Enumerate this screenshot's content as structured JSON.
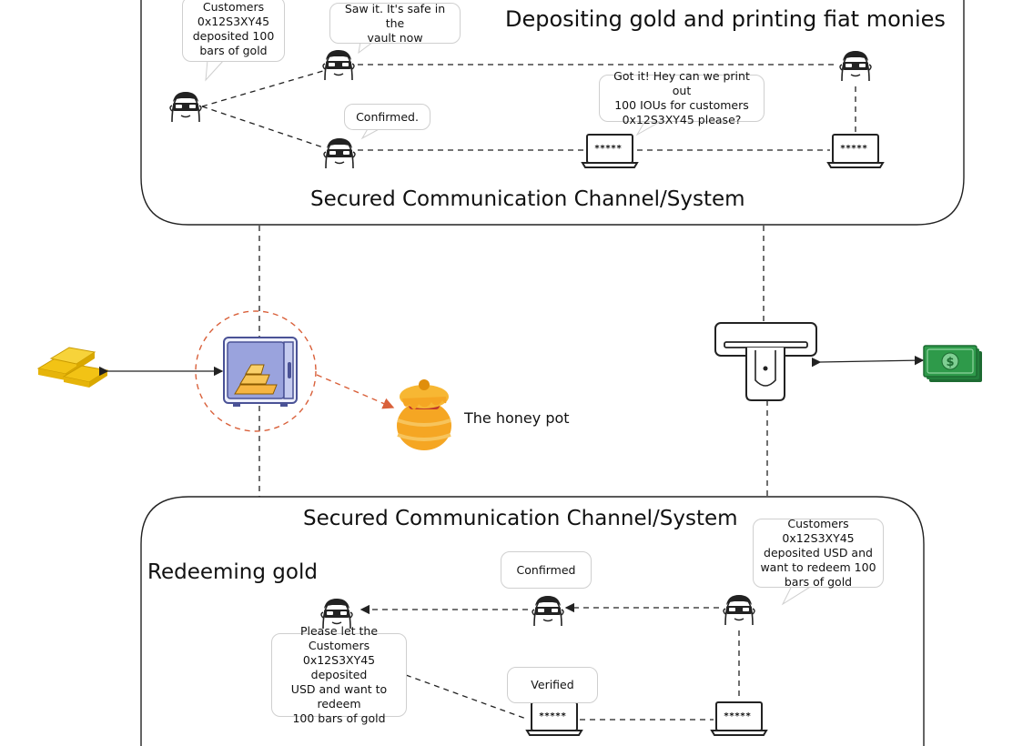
{
  "top_section": {
    "title": "Depositing gold and printing fiat monies",
    "channel_label": "Secured Communication Channel/System",
    "bubbles": {
      "customers_deposit": "Customers\n0x12S3XY45\ndeposited 100\nbars of gold",
      "saw_it": "Saw it. It's safe in the\nvault now",
      "confirmed": "Confirmed.",
      "got_it": "Got it! Hey can we print out\n100 IOUs for customers\n0x12S3XY45 please?"
    },
    "laptop_screens": [
      "*****",
      "*****"
    ]
  },
  "middle_section": {
    "honey_pot_label": "The honey pot"
  },
  "bottom_section": {
    "channel_label": "Secured Communication Channel/System",
    "title": "Redeeming gold",
    "bubbles": {
      "customers_redeem": "Customers 0x12S3XY45\ndeposited USD and\nwant to redeem 100\nbars of gold",
      "confirmed": "Confirmed",
      "please_let": "Please let the Customers\n0x12S3XY45 deposited\nUSD and want to redeem\n100 bars of gold",
      "verified": "Verified"
    },
    "laptop_screens": [
      "*****",
      "*****"
    ]
  },
  "colors": {
    "outline": "#222222",
    "highlight_dashed": "#d9603a",
    "gold": "#f2c315",
    "vault": "#7b86c9",
    "money": "#2e9a4a",
    "honey": "#f5a623"
  }
}
